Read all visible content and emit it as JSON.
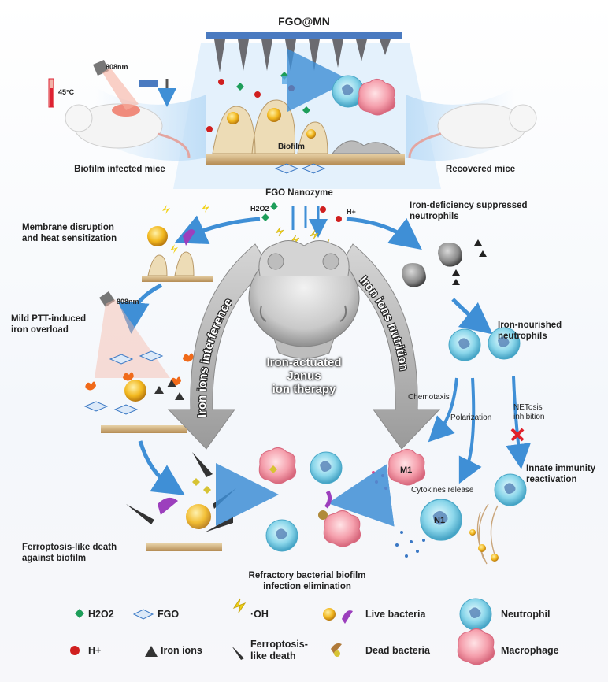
{
  "top": {
    "title": "FGO@MN",
    "biofilm": "Biofilm",
    "infected_mice": "Biofilm infected mice",
    "recovered_mice": "Recovered mice",
    "laser_808": "808nm",
    "temp_45": "45°C",
    "fgo_nanozyme": "FGO Nanozyme",
    "h2o2": "H2O2",
    "hplus": "H+"
  },
  "left_path": {
    "membrane": "Membrane disruption\nand heat sensitization",
    "laser_808": "808nm",
    "ptt": "Mild PTT-induced\niron overload",
    "ferroptosis": "Ferroptosis-like death\nagainst biofilm"
  },
  "right_path": {
    "iron_deficiency": "Iron-deficiency suppressed\nneutrophils",
    "iron_nourished": "Iron-nourished\nneutrophils",
    "chemotaxis": "Chemotaxis",
    "polarization": "Polarization",
    "netosis": "NETosis\ninhibition",
    "innate": "Innate immunity\nreactivation",
    "m1": "M1",
    "cytokines": "Cytokines release",
    "n1": "N1"
  },
  "center": {
    "janus": "Iron-actuated\nJanus\nion therapy",
    "arc_left": "Iron ions interference",
    "arc_right": "Iron ions nutrition",
    "outcome": "Refractory bacterial biofilm\ninfection elimination"
  },
  "legend": [
    {
      "icon": "h2o2-diamond-icon",
      "label": "H2O2",
      "color": "#1e9e5a"
    },
    {
      "icon": "fgo-sheet-icon",
      "label": "FGO",
      "color": "#3a78c4"
    },
    {
      "icon": "hydroxyl-radical-icon",
      "label": "·OH",
      "color": "#f2d21a"
    },
    {
      "icon": "live-bacteria-icon",
      "label": "Live bacteria",
      "color": "#f1b51c"
    },
    {
      "icon": "neutrophil-icon",
      "label": "Neutrophil",
      "color": "#7ccfe3"
    },
    {
      "icon": "proton-dot-icon",
      "label": "H+",
      "color": "#d01f1f"
    },
    {
      "icon": "iron-ion-icon",
      "label": "Iron ions",
      "color": "#333333"
    },
    {
      "icon": "ferroptosis-dagger-icon",
      "label": "Ferroptosis-\nlike death",
      "color": "#333333"
    },
    {
      "icon": "dead-bacteria-icon",
      "label": "Dead bacteria",
      "color": "#b07a3a"
    },
    {
      "icon": "macrophage-icon",
      "label": "Macrophage",
      "color": "#f08a9a"
    }
  ]
}
